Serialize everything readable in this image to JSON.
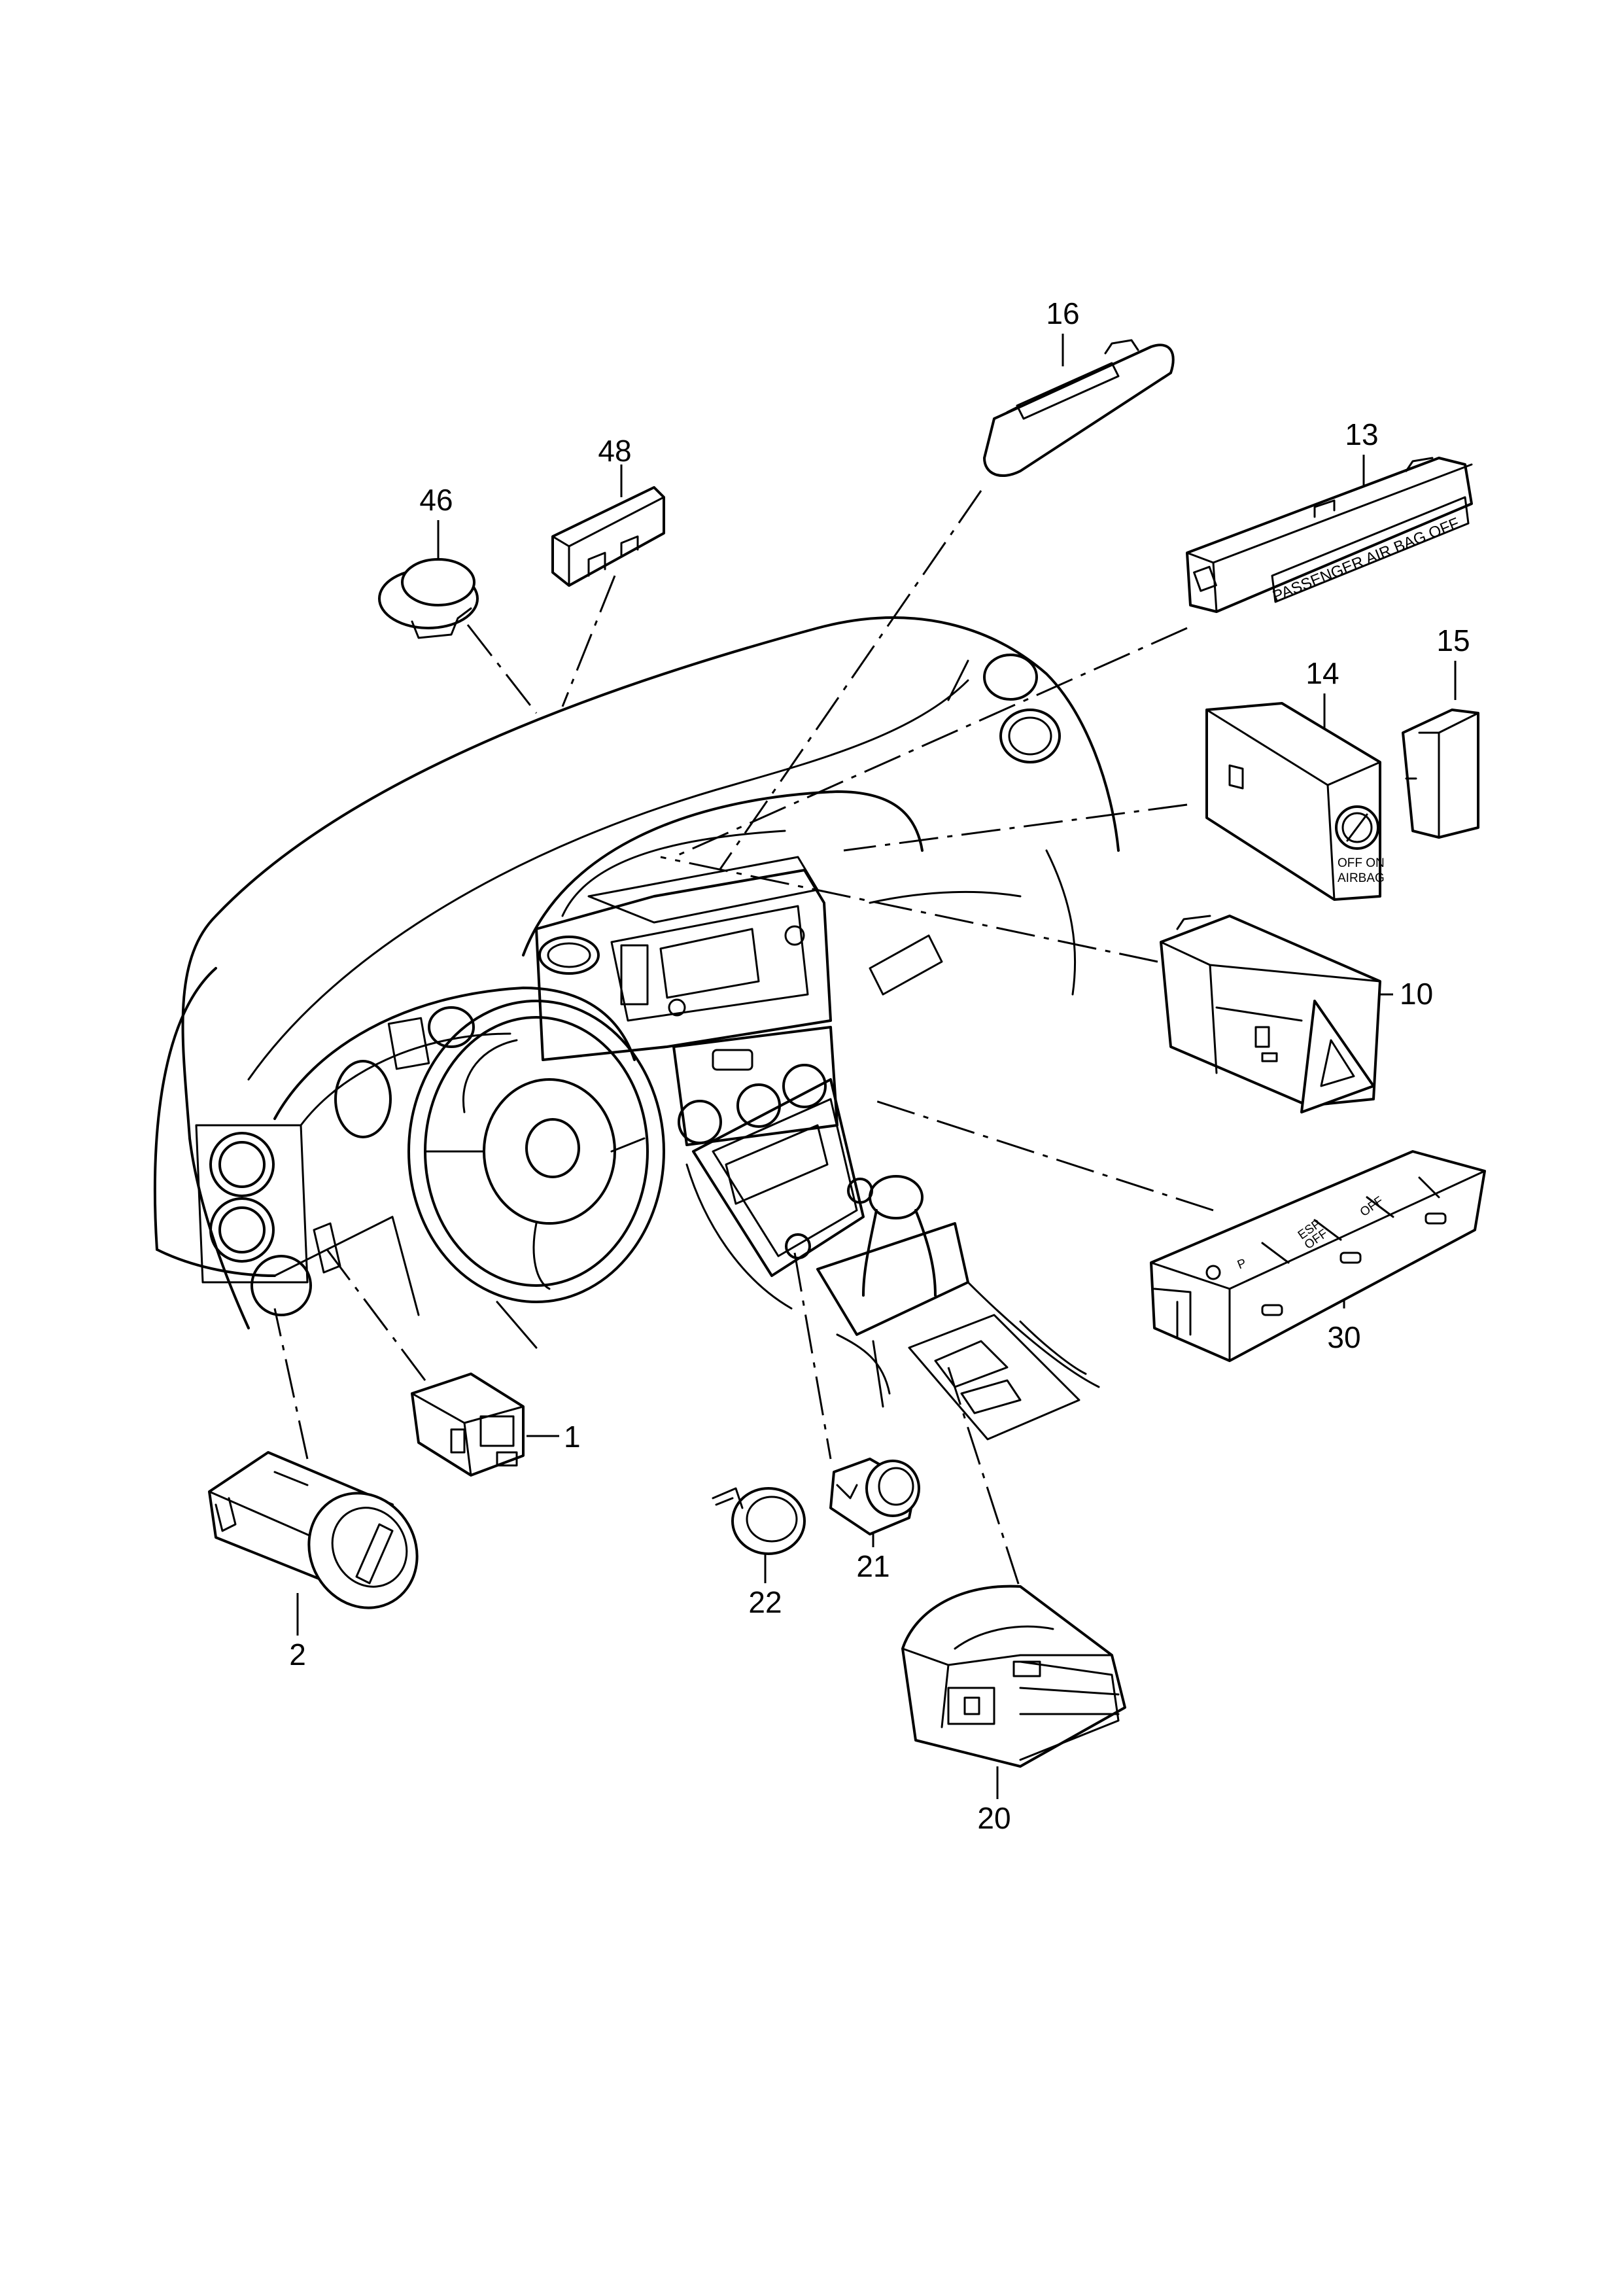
{
  "callouts": [
    {
      "id": "c16",
      "label": "16"
    },
    {
      "id": "c48",
      "label": "48"
    },
    {
      "id": "c46",
      "label": "46"
    },
    {
      "id": "c13",
      "label": "13"
    },
    {
      "id": "c14",
      "label": "14"
    },
    {
      "id": "c15",
      "label": "15"
    },
    {
      "id": "c10",
      "label": "10"
    },
    {
      "id": "c30",
      "label": "30"
    },
    {
      "id": "c1",
      "label": "1"
    },
    {
      "id": "c2",
      "label": "2"
    },
    {
      "id": "c21",
      "label": "21"
    },
    {
      "id": "c22",
      "label": "22"
    },
    {
      "id": "c20",
      "label": "20"
    }
  ],
  "part_markings": {
    "airbag_strip": "PASSENGER AIR BAG OFF",
    "key_switch_line1": "OFF ON",
    "key_switch_line2": "AIRBAG",
    "console_btn_esp": "ESP",
    "console_btn_esp2": "OFF",
    "console_btn_p": "P",
    "console_btn_off": "OFF"
  }
}
